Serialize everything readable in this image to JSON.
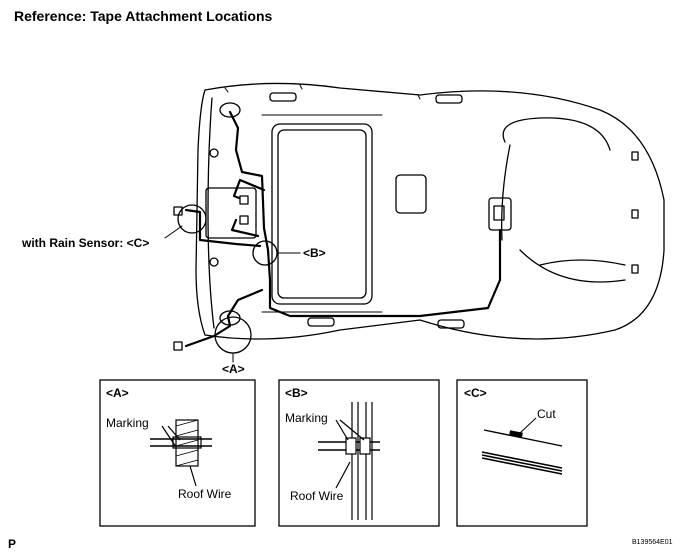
{
  "title": "Reference: Tape Attachment Locations",
  "callouts": {
    "rain_sensor": "with Rain Sensor: <C>",
    "b": "<B>",
    "a": "<A>"
  },
  "detail_a": {
    "label": "<A>",
    "marking": "Marking",
    "roof_wire": "Roof Wire"
  },
  "detail_b": {
    "label": "<B>",
    "marking": "Marking",
    "roof_wire": "Roof Wire"
  },
  "detail_c": {
    "label": "<C>",
    "cut": "Cut"
  },
  "footer": {
    "left": "P",
    "code": "B139564E01"
  }
}
